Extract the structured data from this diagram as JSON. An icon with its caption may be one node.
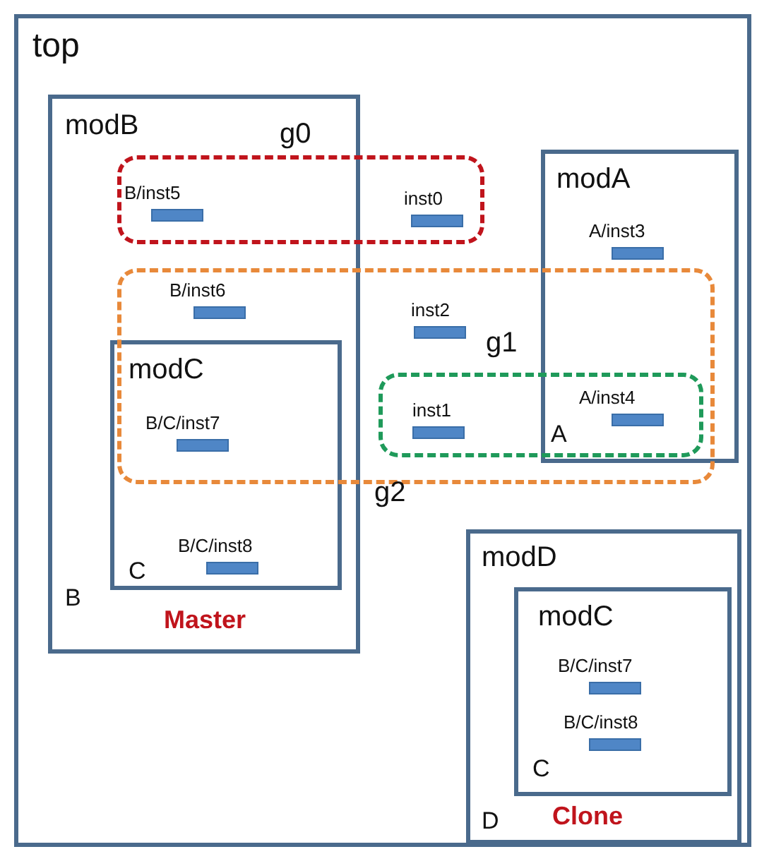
{
  "diagram": {
    "nodes": [
      {
        "text": [
          "top"
        ]
      },
      {
        "text": [
          "modB",
          "B",
          "Master"
        ],
        "in": 0
      },
      {
        "text": [],
        "shape": "box",
        "in": 0
      },
      {
        "text": [],
        "shape": "bar",
        "beside": [
          "B/inst5"
        ]
      },
      {
        "text": [],
        "shape": "bar",
        "beside": [
          "inst0"
        ],
        "in": 2
      },
      {
        "text": [
          "modA"
        ],
        "in": 0
      },
      {
        "text": [],
        "shape": "bar",
        "beside": [
          "A/inst3"
        ],
        "in": 5
      },
      {
        "text": [],
        "shape": "box",
        "in": 0
      },
      {
        "text": [],
        "shape": "bar",
        "beside": [
          "B/inst6"
        ]
      },
      {
        "text": [],
        "shape": "bar",
        "beside": [
          "inst2"
        ],
        "in": 7
      },
      {
        "text": [
          "modC",
          "C"
        ],
        "in": 1
      },
      {
        "text": [],
        "shape": "bar",
        "beside": [
          "B/C/inst7"
        ]
      },
      {
        "text": [],
        "shape": "box",
        "in": 7
      },
      {
        "text": [],
        "shape": "bar",
        "beside": [
          "inst1"
        ],
        "in": 12
      },
      {
        "text": [],
        "shape": "bar",
        "beside": [
          "A/inst4"
        ]
      },
      {
        "text": [],
        "shape": "bar",
        "beside": [
          "B/C/inst8"
        ],
        "in": 10
      },
      {
        "text": [
          "modD",
          "D",
          "Clone"
        ],
        "in": 0
      },
      {
        "text": [
          "modC",
          "C"
        ],
        "in": 16
      },
      {
        "text": [],
        "shape": "bar",
        "beside": [
          "B/C/inst7"
        ],
        "in": 17
      },
      {
        "text": [],
        "shape": "bar",
        "beside": [
          "B/C/inst8"
        ],
        "in": 17
      }
    ],
    "labels": [
      "g0",
      "g1",
      "A",
      "g2"
    ]
  }
}
